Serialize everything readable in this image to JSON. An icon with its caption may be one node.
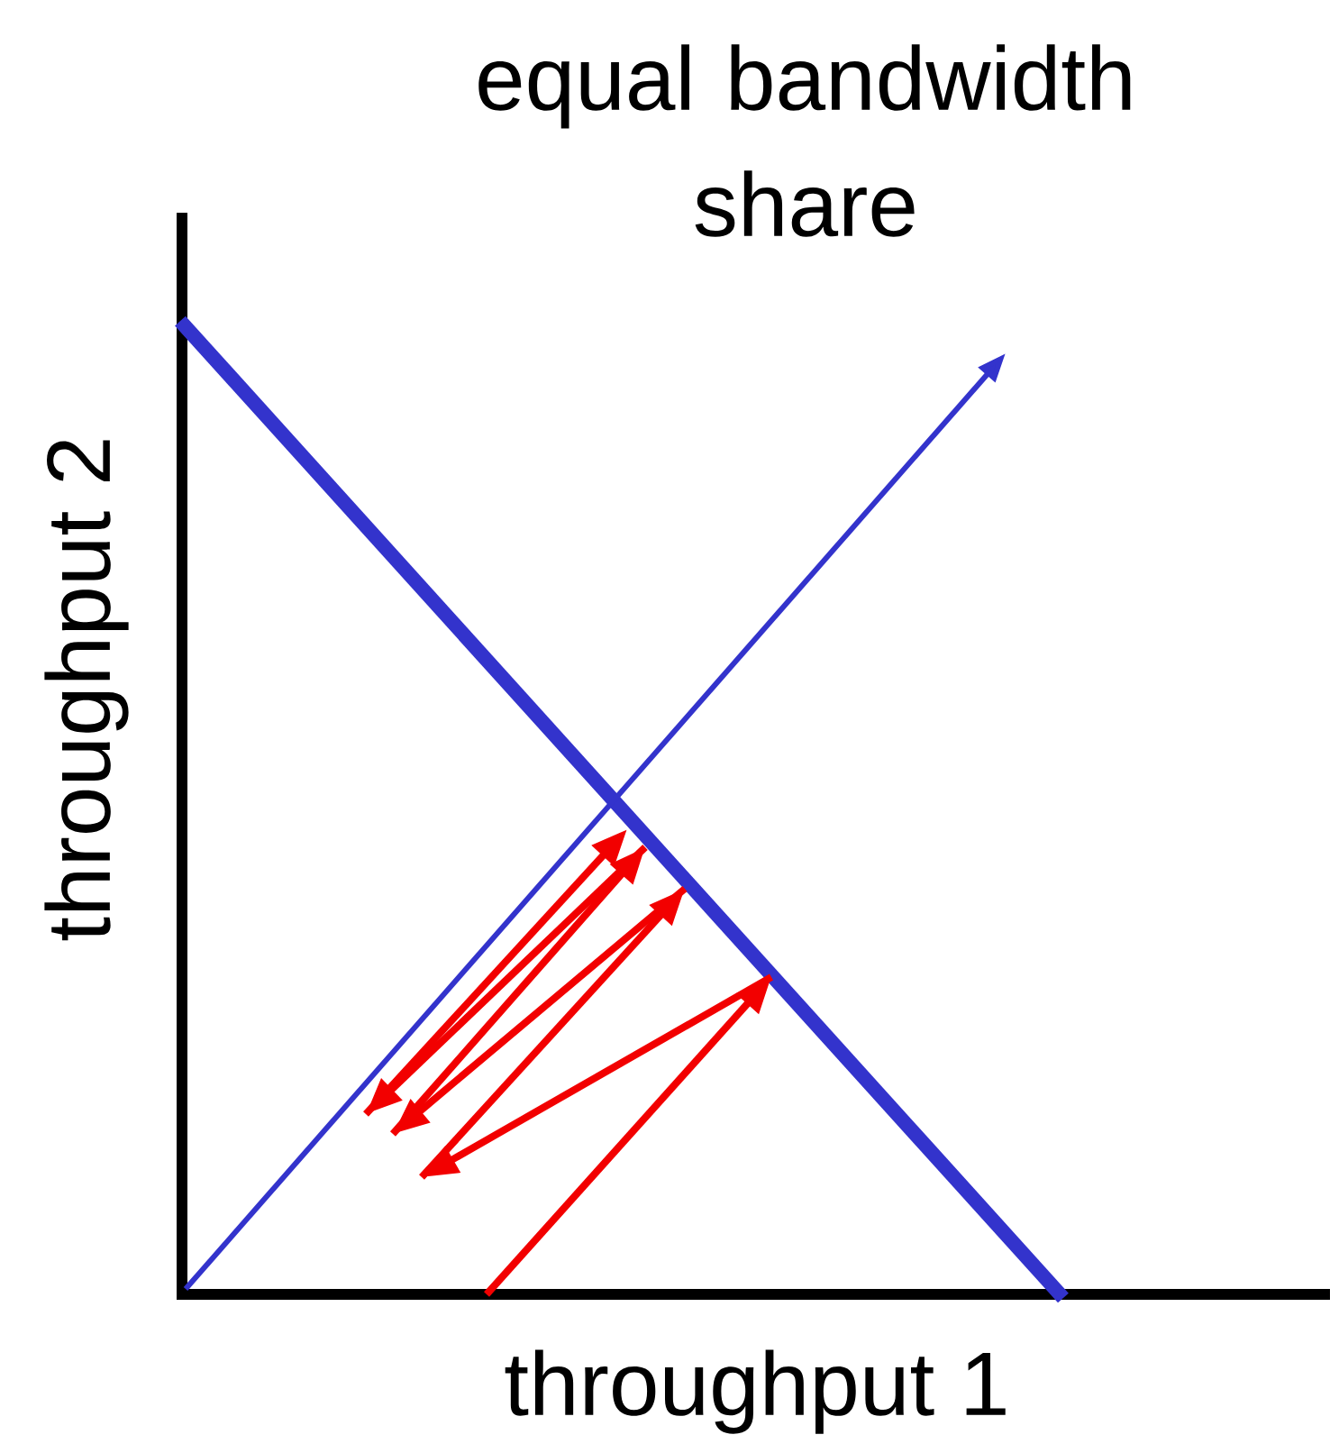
{
  "diagram": {
    "labels": [
      "equal bandwidth share",
      "throughput 2",
      "throughput 1"
    ]
  }
}
